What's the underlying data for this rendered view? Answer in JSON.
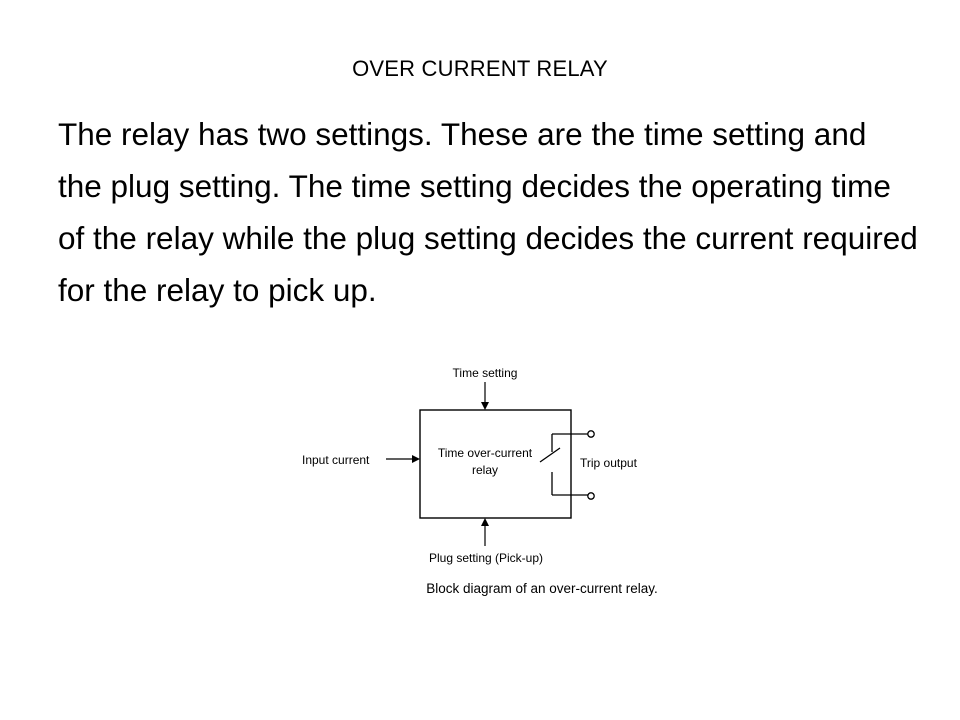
{
  "slide": {
    "title": "OVER CURRENT RELAY",
    "body": "The relay has two settings. These are the time setting and the plug setting. The time setting decides the operating time of the relay while the plug setting decides the  current required for the relay to pick up."
  },
  "diagram": {
    "time_setting_label": "Time setting",
    "input_label": "Input current",
    "block_label_line1": "Time over-current",
    "block_label_line2": "relay",
    "trip_output_label": "Trip output",
    "plug_setting_label": "Plug setting (Pick-up)",
    "caption": "Block diagram of an over-current relay."
  }
}
